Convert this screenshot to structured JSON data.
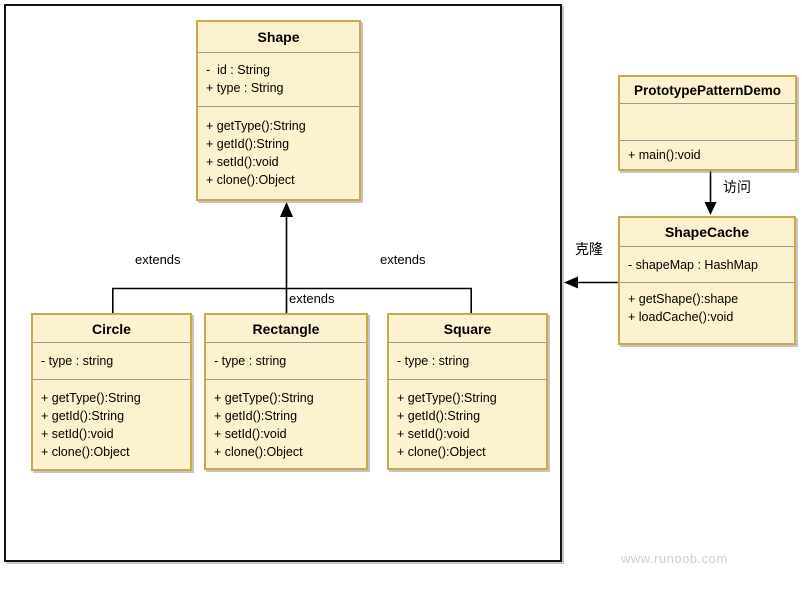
{
  "diagram": {
    "kind": "uml-class-diagram",
    "pattern": "Prototype Pattern"
  },
  "classes": [
    {
      "name": "Shape",
      "attributes": [
        "-  id : String",
        "+ type : String"
      ],
      "methods": [
        "+ getType():String",
        "+ getId():String",
        "+ setId():void",
        "+ clone():Object"
      ]
    },
    {
      "name": "Circle",
      "attributes": [
        "- type : string"
      ],
      "methods": [
        "+ getType():String",
        "+ getId():String",
        "+ setId():void",
        "+ clone():Object"
      ]
    },
    {
      "name": "Rectangle",
      "attributes": [
        "- type : string"
      ],
      "methods": [
        "+ getType():String",
        "+ getId():String",
        "+ setId():void",
        "+ clone():Object"
      ]
    },
    {
      "name": "Square",
      "attributes": [
        "- type : string"
      ],
      "methods": [
        "+ getType():String",
        "+ getId():String",
        "+ setId():void",
        "+ clone():Object"
      ]
    },
    {
      "name": "PrototypePatternDemo",
      "attributes": [],
      "methods": [
        "+ main():void"
      ]
    },
    {
      "name": "ShapeCache",
      "attributes": [
        "- shapeMap : HashMap"
      ],
      "methods": [
        "+ getShape():shape",
        "+ loadCache():void"
      ]
    }
  ],
  "labels": {
    "extends_left": "extends",
    "extends_middle": "extends",
    "extends_right": "extends",
    "access": "访问",
    "clone": "克隆"
  },
  "watermark": "www.runoob.com",
  "colors": {
    "class_fill": "#FCF2CF",
    "class_border": "#CBA850",
    "section_divider": "#999999",
    "connector": "#000000",
    "boundary_border": "#141414",
    "watermark_text": "#CFCFCF"
  }
}
